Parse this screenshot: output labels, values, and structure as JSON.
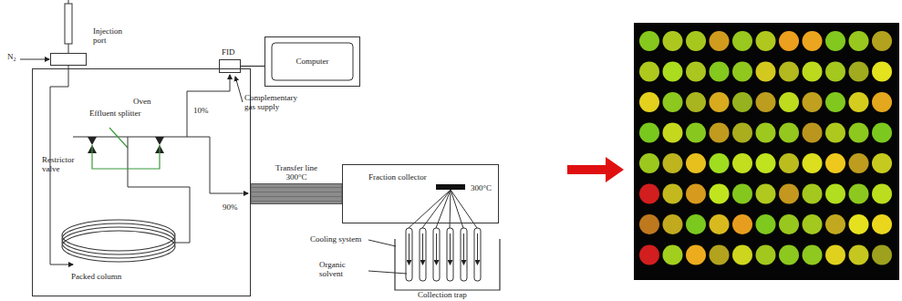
{
  "diagram": {
    "nodes": [
      {
        "text": [
          "Oven"
        ]
      },
      {
        "text": [
          "Injection port"
        ]
      },
      {
        "text": [
          "FID"
        ]
      },
      {
        "text": [
          "Computer"
        ]
      },
      {
        "text": [
          "Fraction collector",
          "300°C"
        ]
      }
    ],
    "edges": [
      {
        "from": 2,
        "to": 3,
        "arrow": "none"
      },
      {
        "from": 0,
        "to": 4,
        "label": "Transfer line 300°C",
        "arrow": "none"
      }
    ],
    "labels": [
      "N₂",
      "10%",
      "Complementary gas supply",
      "Effluent splitter",
      "Restrictor valve",
      "90%",
      "Cooling system",
      "Organic solvent",
      "Collection trap",
      "Packed column"
    ]
  }
}
